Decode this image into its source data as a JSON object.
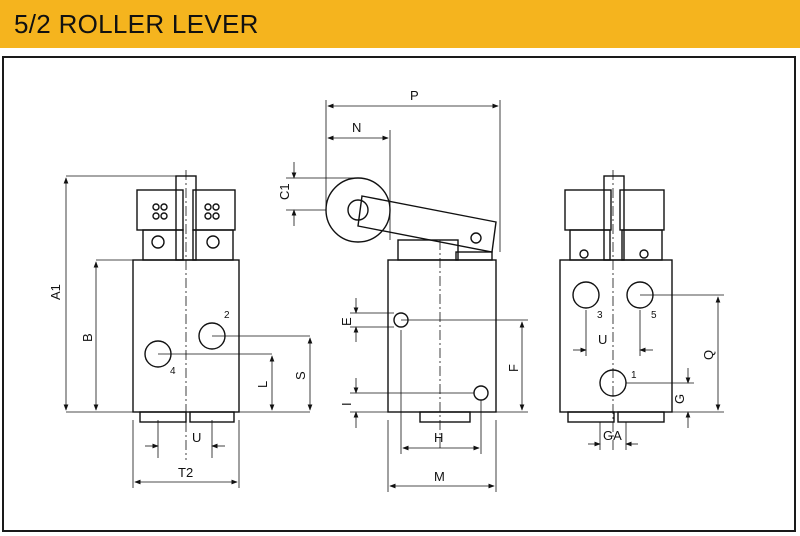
{
  "header": {
    "title": "5/2 ROLLER LEVER",
    "color": "#F5B41E"
  },
  "dims": {
    "A1": "A1",
    "B": "B",
    "L": "L",
    "S": "S",
    "U": "U",
    "T2": "T2",
    "P": "P",
    "N": "N",
    "C1": "C1",
    "E": "E",
    "F": "F",
    "I": "I",
    "H": "H",
    "M": "M",
    "Q": "Q",
    "G": "G",
    "GA": "GA"
  },
  "ports": {
    "p1": "1",
    "p2": "2",
    "p3": "3",
    "p4": "4",
    "p5": "5"
  }
}
